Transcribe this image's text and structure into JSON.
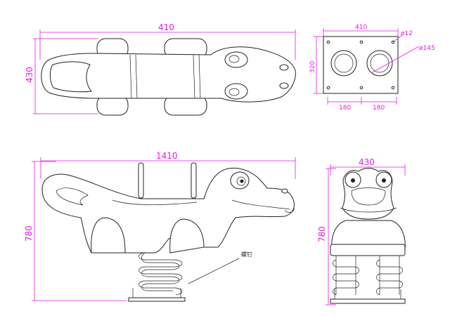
{
  "views": {
    "top": {
      "width_label": "410",
      "height_label": "430"
    },
    "base_plate": {
      "width_label": "410",
      "height_label": "320",
      "spacing_left": "180",
      "spacing_right": "180",
      "bolt_dia": "ø12",
      "hole_dia": "ø145"
    },
    "side": {
      "width_label": "1410",
      "height_label": "780",
      "note": "螺钉"
    },
    "front": {
      "width_label": "430",
      "height_label": "780"
    }
  },
  "colors": {
    "dimension": "#e619e6",
    "outline": "#222222"
  }
}
